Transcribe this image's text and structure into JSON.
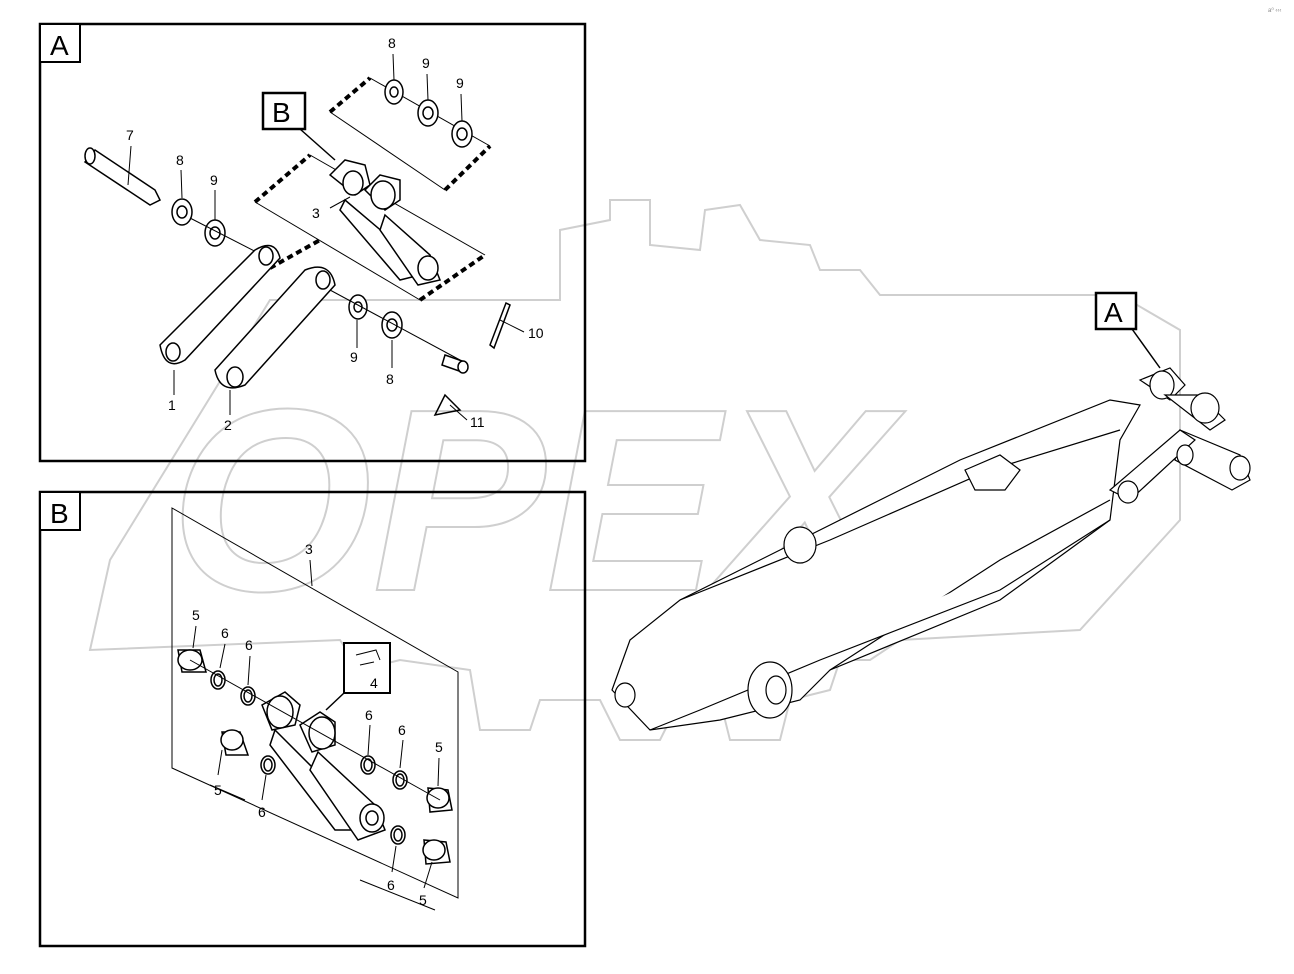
{
  "corner_mark": "a⁰ ‹‹‹",
  "watermark_text": "OPEX",
  "panel_a": {
    "title": "A",
    "sub_ref": "B",
    "callouts": [
      "1",
      "2",
      "3",
      "7",
      "8",
      "9",
      "9",
      "8",
      "9",
      "9",
      "10",
      "11",
      "8"
    ]
  },
  "panel_b": {
    "title": "B",
    "callouts": [
      "3",
      "4",
      "5",
      "6",
      "6",
      "5",
      "6",
      "6",
      "6",
      "5",
      "6",
      "5"
    ]
  },
  "boom": {
    "ref": "A"
  }
}
